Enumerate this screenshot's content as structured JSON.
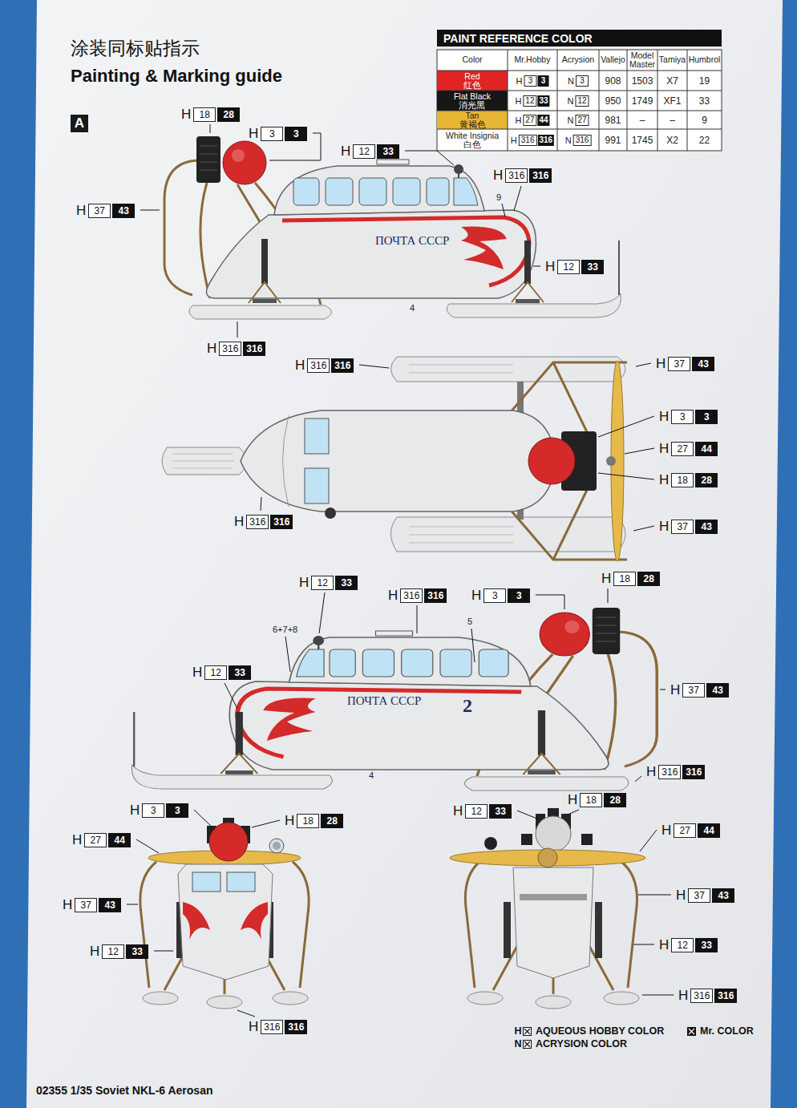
{
  "diagram": {
    "title": "Painting & Marking guide",
    "caption": "02355 1/35 Soviet NKL-6 Aerosan",
    "nodes": [
      {
        "text": [
          "A"
        ]
      },
      {
        "text": [
          "H",
          "18",
          "28"
        ]
      },
      {
        "text": [
          "H",
          "3",
          "3"
        ]
      },
      {
        "text": [
          "H",
          "12",
          "33"
        ]
      },
      {
        "text": [
          "H",
          "316",
          "316"
        ]
      },
      {
        "text": [
          "H",
          "37",
          "43"
        ]
      },
      {
        "text": [
          "H",
          "12",
          "33"
        ]
      },
      {
        "text": [
          "H",
          "316",
          "316"
        ]
      },
      {
        "text": [
          "H",
          "316",
          "316"
        ]
      },
      {
        "text": [
          "H",
          "37",
          "43"
        ]
      },
      {
        "text": [
          "H",
          "3",
          "3"
        ]
      },
      {
        "text": [
          "H",
          "27",
          "44"
        ]
      },
      {
        "text": [
          "H",
          "18",
          "28"
        ]
      },
      {
        "text": [
          "H",
          "37",
          "43"
        ]
      },
      {
        "text": [
          "H",
          "316",
          "316"
        ]
      },
      {
        "text": [
          "H",
          "12",
          "33"
        ]
      },
      {
        "text": [
          "H",
          "316",
          "316"
        ]
      },
      {
        "text": [
          "H",
          "3",
          "3"
        ]
      },
      {
        "text": [
          "H",
          "18",
          "28"
        ]
      },
      {
        "text": [
          "H",
          "12",
          "33"
        ]
      },
      {
        "text": [
          "H",
          "37",
          "43"
        ]
      },
      {
        "text": [
          "H",
          "316",
          "316"
        ]
      },
      {
        "text": [
          "H",
          "3",
          "3"
        ]
      },
      {
        "text": [
          "H",
          "18",
          "28"
        ]
      },
      {
        "text": [
          "H",
          "27",
          "44"
        ]
      },
      {
        "text": [
          "H",
          "37",
          "43"
        ]
      },
      {
        "text": [
          "H",
          "12",
          "33"
        ]
      },
      {
        "text": [
          "H",
          "316",
          "316"
        ]
      },
      {
        "text": [
          "H",
          "12",
          "33"
        ]
      },
      {
        "text": [
          "H",
          "18",
          "28"
        ]
      },
      {
        "text": [
          "H",
          "27",
          "44"
        ]
      },
      {
        "text": [
          "H",
          "37",
          "43"
        ]
      },
      {
        "text": [
          "H",
          "12",
          "33"
        ]
      },
      {
        "text": [
          "H",
          "316",
          "316"
        ]
      }
    ],
    "labels": [
      "涂装同标贴指示",
      "PAINT REFERENCE COLOR",
      "Color",
      "Mr.Hobby",
      "Acrysion",
      "Vallejo",
      "Model Master",
      "Tamiya",
      "Humbrol",
      "Red",
      "红色",
      "H",
      "3",
      "3",
      "N",
      "3",
      "908",
      "1503",
      "X7",
      "19",
      "Flat Black",
      "消光黑",
      "H",
      "12",
      "33",
      "N",
      "12",
      "950",
      "1749",
      "XF1",
      "33",
      "Tan",
      "黄褐色",
      "H",
      "27",
      "44",
      "N",
      "27",
      "981",
      "–",
      "–",
      "9",
      "White Insignia",
      "白色",
      "H",
      "316",
      "316",
      "N",
      "316",
      "991",
      "1745",
      "X2",
      "22",
      "ПОЧТА СССР",
      "9",
      "4",
      "ПОЧТА СССР",
      "2",
      "6+7+8",
      "5",
      "4",
      "H",
      "N"
    ],
    "legend": [
      {
        "text": "AQUEOUS HOBBY COLOR"
      },
      {
        "text": "Mr. COLOR"
      },
      {
        "text": "ACRYSION COLOR"
      }
    ]
  }
}
